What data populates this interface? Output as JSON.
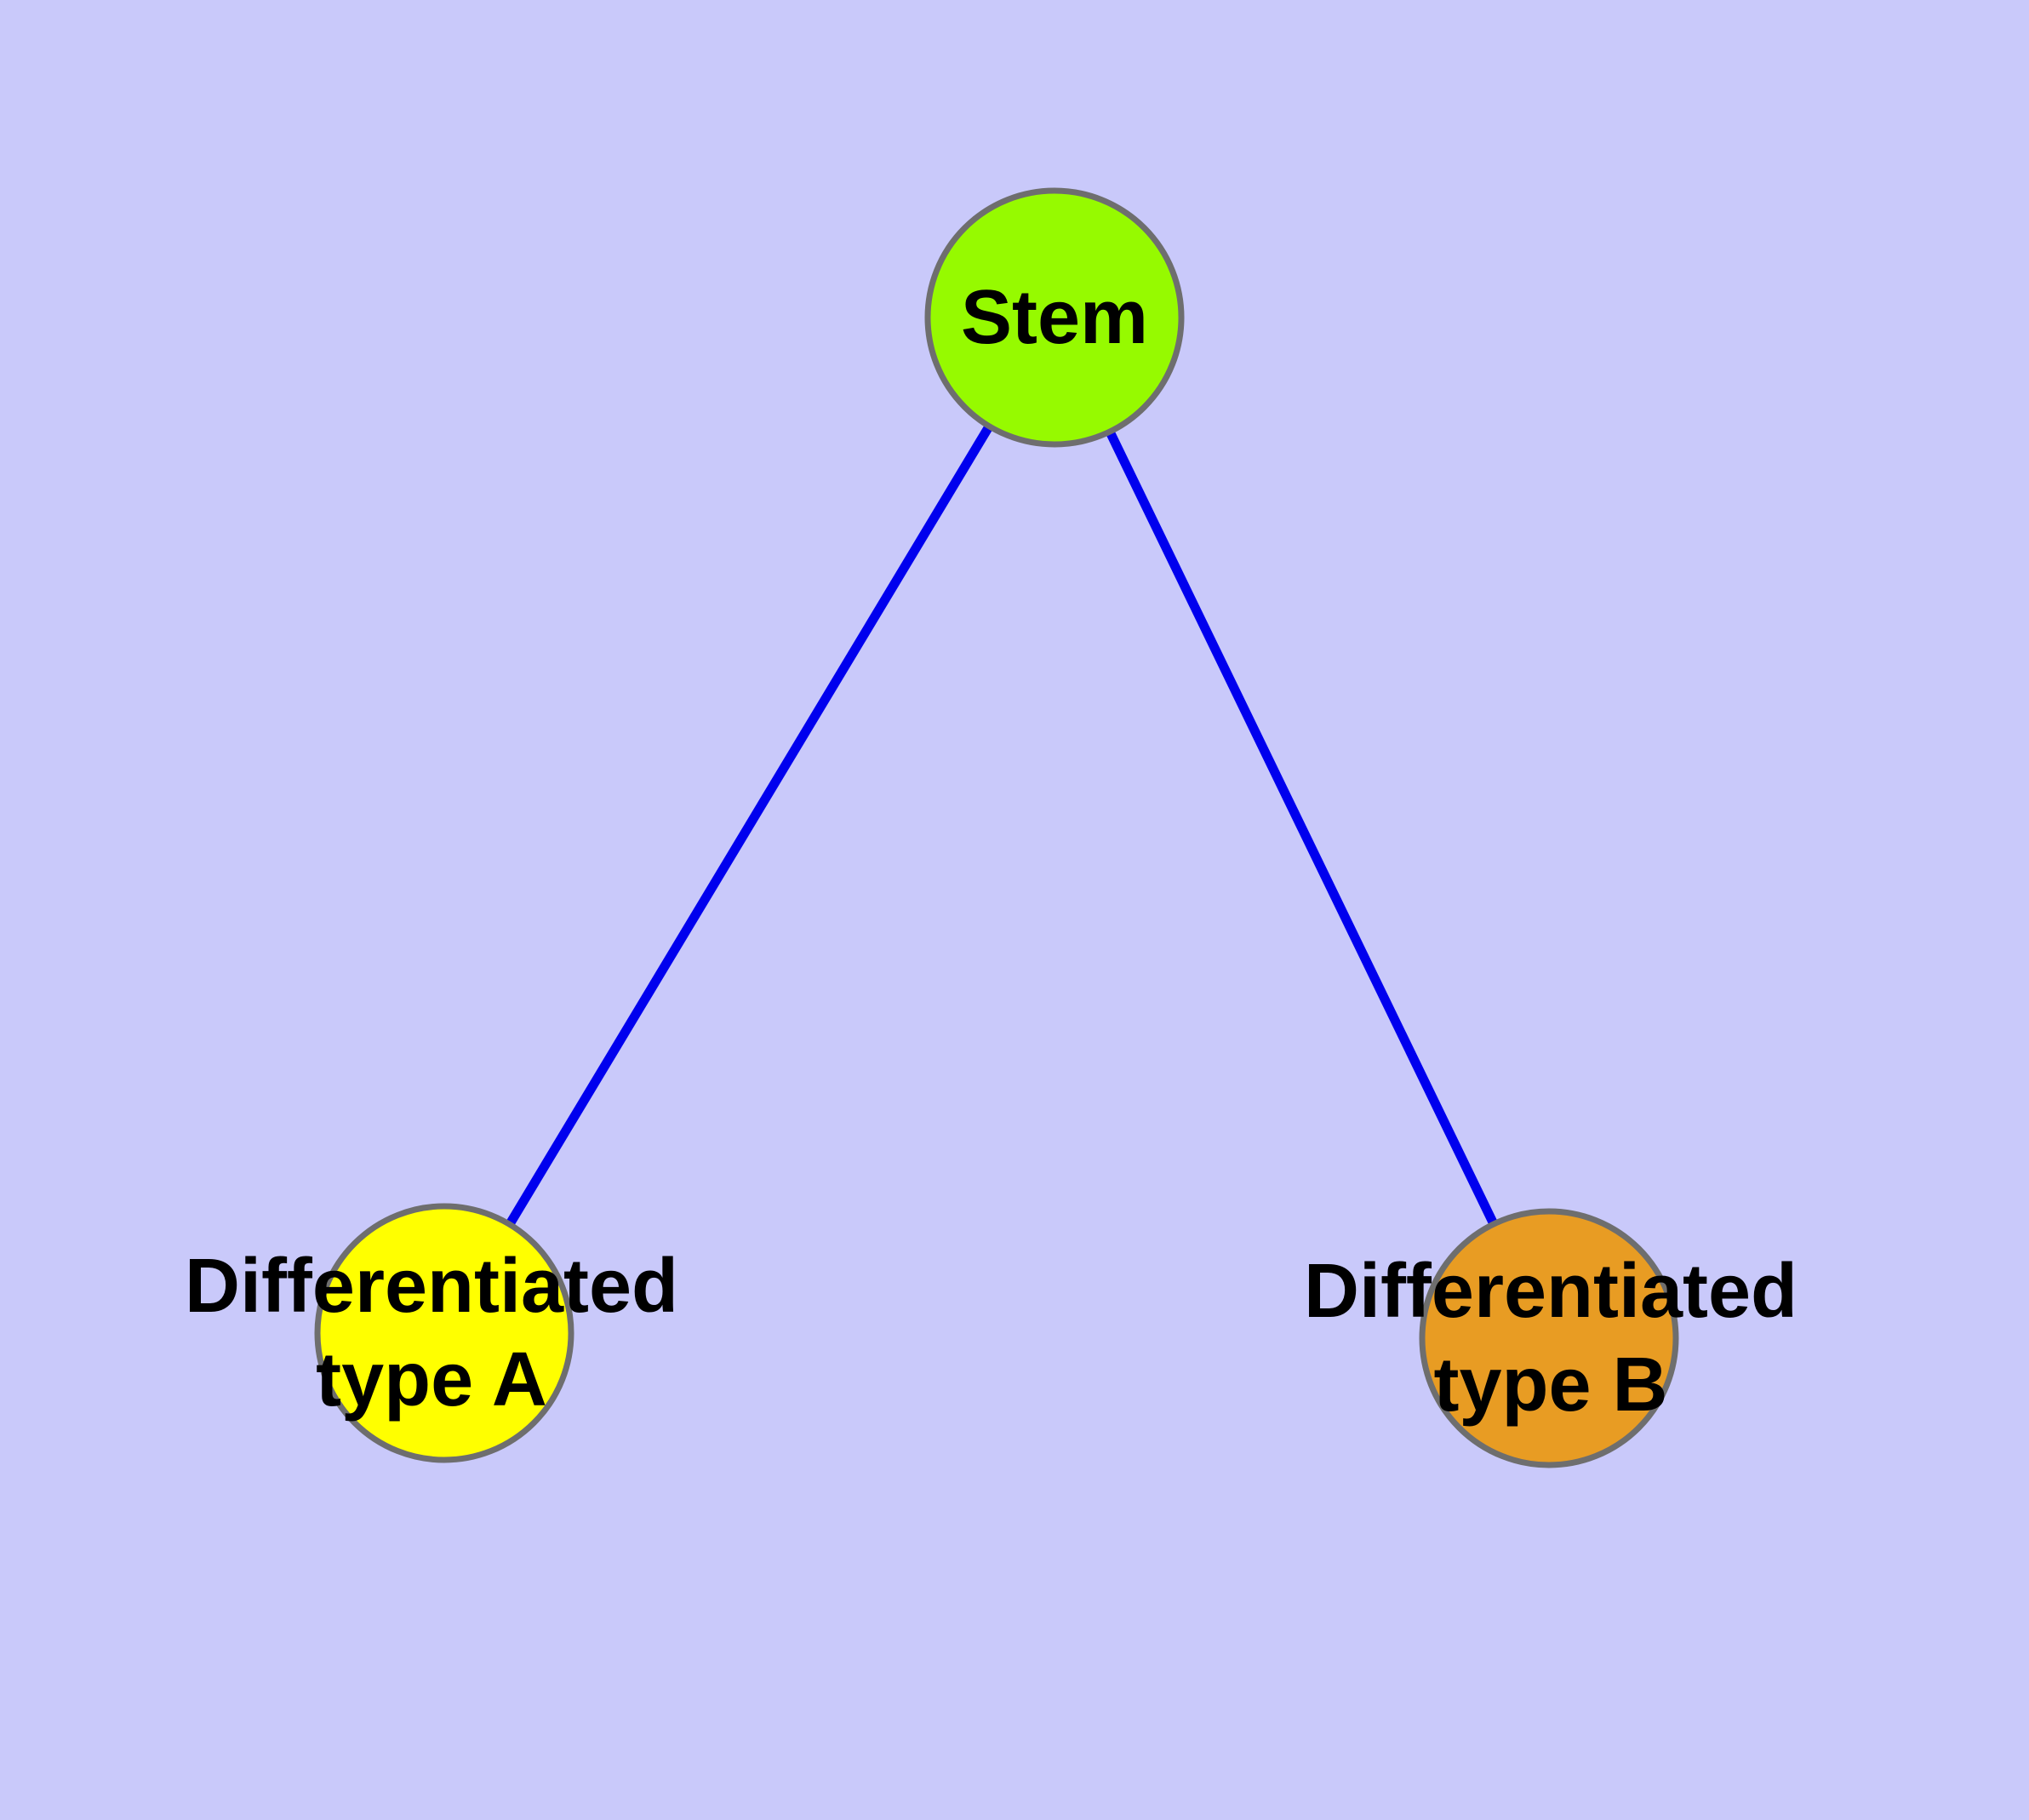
{
  "diagram": {
    "background_color": "#C9C9FA",
    "edge_color": "#0000EE",
    "node_border_color": "#6E6E6E",
    "label_color": "#000000",
    "nodes": {
      "stem": {
        "label": "Stem",
        "color": "#96FA00"
      },
      "type_a": {
        "label_line1": "Differentiated",
        "label_line2": "type A",
        "color": "#FFFF00"
      },
      "type_b": {
        "label_line1": "Differentiated",
        "label_line2": "type B",
        "color": "#E89C23"
      }
    },
    "edges": [
      {
        "from": "Stem",
        "to": "Differentiated type A"
      },
      {
        "from": "Stem",
        "to": "Differentiated type B"
      }
    ]
  }
}
